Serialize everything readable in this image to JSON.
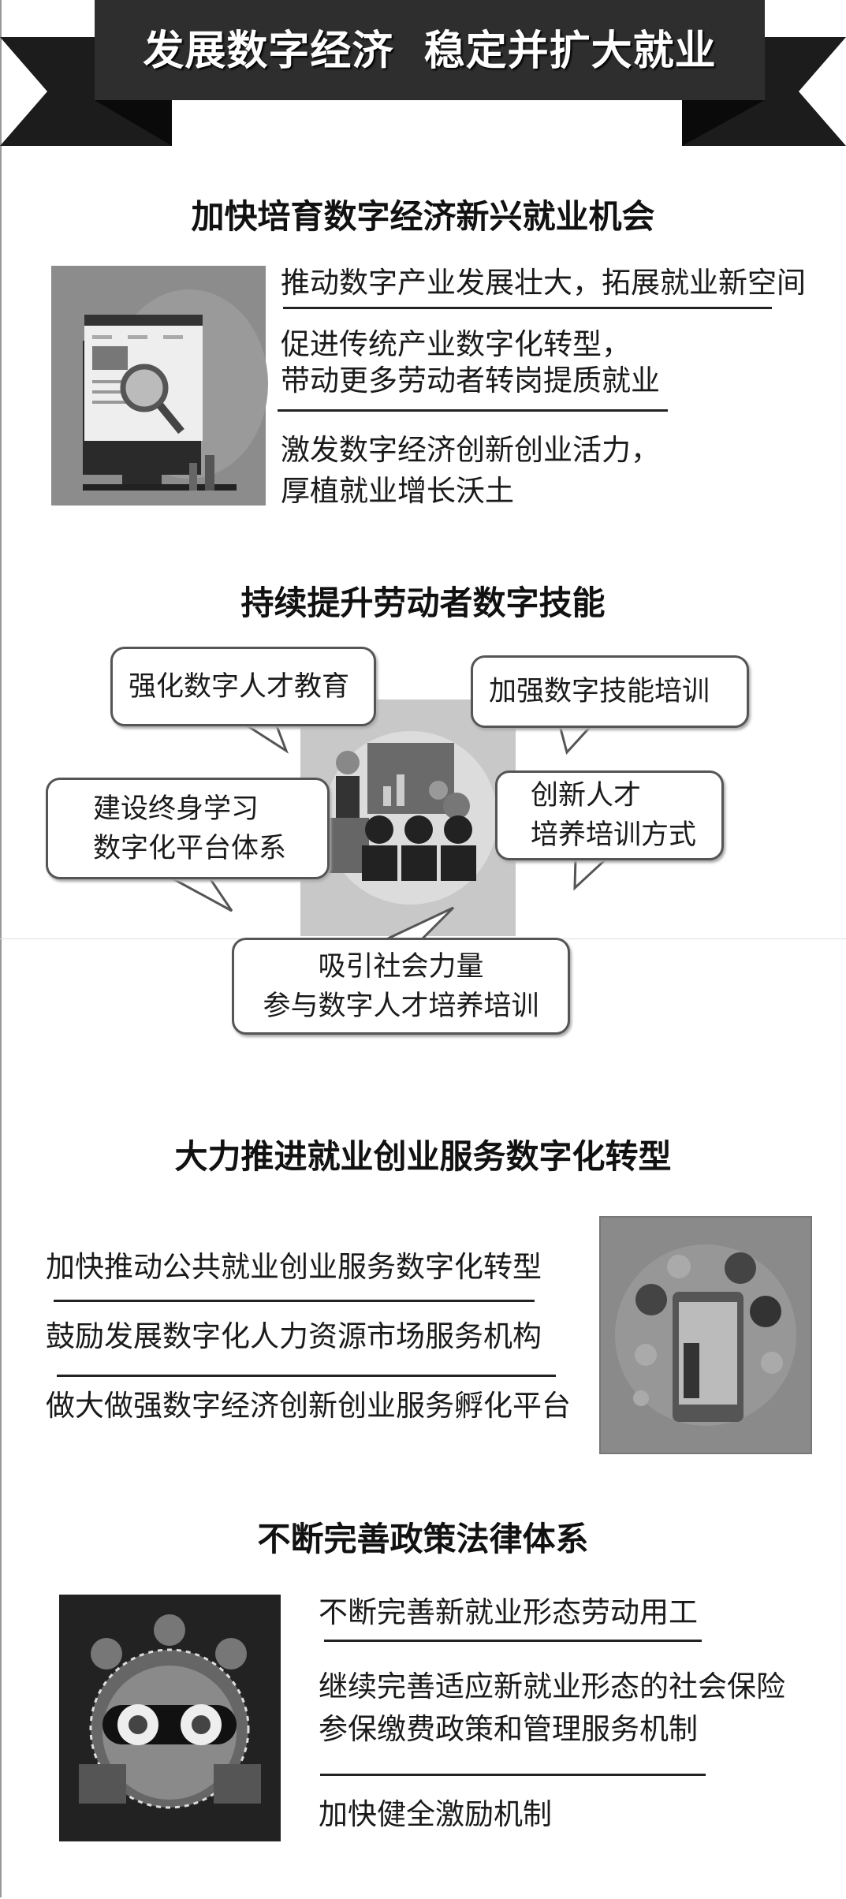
{
  "banner": {
    "title": "发展数字经济  稳定并扩大就业"
  },
  "sections": [
    {
      "heading": "加快培育数字经济新兴就业机会",
      "items": [
        {
          "lines": [
            "推动数字产业发展壮大，拓展就业新空间"
          ]
        },
        {
          "lines": [
            "促进传统产业数字化转型，",
            "带动更多劳动者转岗提质就业"
          ]
        },
        {
          "lines": [
            "激发数字经济创新创业活力，",
            "厚植就业增长沃土"
          ]
        }
      ]
    },
    {
      "heading": "持续提升劳动者数字技能",
      "bubbles": [
        {
          "lines": [
            "强化数字人才教育"
          ]
        },
        {
          "lines": [
            "加强数字技能培训"
          ]
        },
        {
          "lines": [
            "建设终身学习",
            "数字化平台体系"
          ]
        },
        {
          "lines": [
            "创新人才",
            "培养培训方式"
          ]
        },
        {
          "lines": [
            "吸引社会力量",
            "参与数字人才培养培训"
          ]
        }
      ]
    },
    {
      "heading": "大力推进就业创业服务数字化转型",
      "items": [
        {
          "lines": [
            "加快推动公共就业创业服务数字化转型"
          ]
        },
        {
          "lines": [
            "鼓励发展数字化人力资源市场服务机构"
          ]
        },
        {
          "lines": [
            "做大做强数字经济创新创业服务孵化平台"
          ]
        }
      ]
    },
    {
      "heading": "不断完善政策法律体系",
      "items": [
        {
          "lines": [
            "不断完善新就业形态劳动用工"
          ]
        },
        {
          "lines": [
            "继续完善适应新就业形态的社会保险",
            "参保缴费政策和管理服务机制"
          ]
        },
        {
          "lines": [
            "加快健全激励机制"
          ]
        }
      ]
    }
  ],
  "colors": {
    "banner": "#2b2b2b",
    "banner_tail": "#1a1a1a",
    "panel": "#8a8a8a"
  }
}
